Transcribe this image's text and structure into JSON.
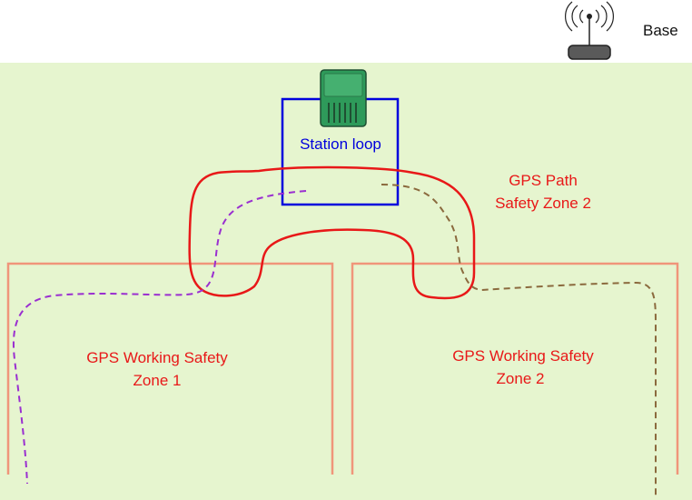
{
  "base": {
    "label": "Base",
    "icon": "antenna-base-icon"
  },
  "station": {
    "label": "Station loop",
    "icon": "charging-station-icon",
    "color": "#0000dd"
  },
  "zones": {
    "path_zone_line1": "GPS Path",
    "path_zone_line2": "Safety Zone 2",
    "working_zone_1_line1": "GPS Working Safety",
    "working_zone_1_line2": "Zone 1",
    "working_zone_2_line1": "GPS Working Safety",
    "working_zone_2_line2": "Zone 2"
  },
  "colors": {
    "lawn": "#e6f5cf",
    "working_zone_border": "#f0957a",
    "path_zone_border": "#e81818",
    "wire_1": "#9a2fd0",
    "wire_2": "#8b6a3e",
    "zone_label": "#e81818"
  }
}
